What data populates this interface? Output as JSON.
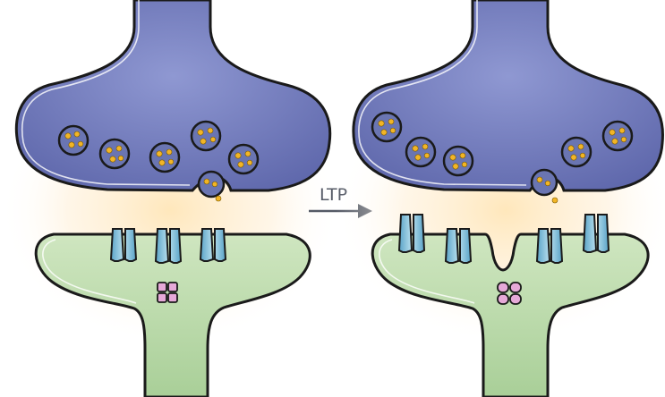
{
  "diagram": {
    "arrow_label": "LTP"
  },
  "colors": {
    "presynaptic_fill": "#6b75b8",
    "presynaptic_light": "#9aa3d8",
    "postsynaptic_fill": "#b8d8a8",
    "postsynaptic_light": "#dcefcf",
    "glow": "#ffe2b0",
    "vesicle_fill": "#6a75b2",
    "vesicle_dot": "#f2b526",
    "receptor_fill": "#8ec5dc",
    "enzyme_fill": "#e6a9d8",
    "outline": "#1a1a1a"
  },
  "panels": [
    {
      "id": "before",
      "receptor_count": 3,
      "vesicle_count": 6,
      "has_spine_cleft": false
    },
    {
      "id": "after",
      "receptor_count": 4,
      "vesicle_count": 6,
      "has_spine_cleft": true
    }
  ]
}
